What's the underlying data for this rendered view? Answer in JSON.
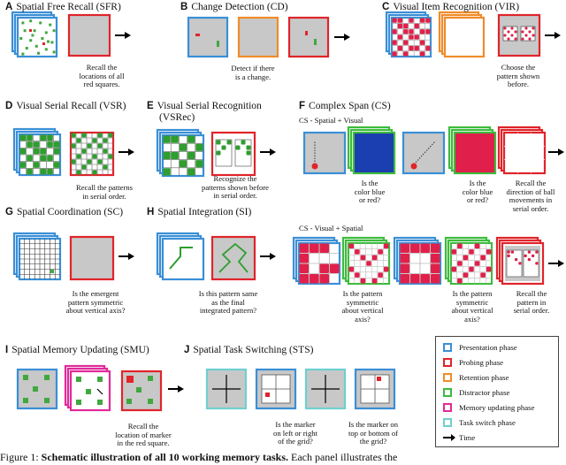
{
  "panels": {
    "A": {
      "letter": "A",
      "title": "Spatial Free Recall (SFR)",
      "caption": [
        "Recall the",
        "locations of all",
        "red squares."
      ]
    },
    "B": {
      "letter": "B",
      "title": "Change Detection (CD)",
      "caption": [
        "Detect if there",
        "is a change."
      ]
    },
    "C": {
      "letter": "C",
      "title": "Visual Item Recognition (VIR)",
      "caption": [
        "Choose the",
        "pattern shown",
        "before."
      ]
    },
    "D": {
      "letter": "D",
      "title": "Visual Serial Recall (VSR)",
      "caption": [
        "Recall the patterns",
        "in serial order."
      ]
    },
    "E": {
      "letter": "E",
      "title": "Visual Serial Recognition",
      "title2": "(VSRec)",
      "caption": [
        "Recognize the",
        "patterns shown before",
        "in serial order."
      ]
    },
    "F": {
      "letter": "F",
      "title": "Complex Span (CS)",
      "sub1": "CS - Spatial + Visual",
      "sub2": "CS - Visual + Spatial",
      "cap1a": [
        "Is the",
        "color blue",
        "or red?"
      ],
      "cap1b": [
        "Is the",
        "color blue",
        "or red?"
      ],
      "cap1c": [
        "Recall the",
        "direction of ball",
        "movements in",
        "serial order."
      ],
      "cap2a": [
        "Is the pattern",
        "symmetric",
        "about vertical",
        "axis?"
      ],
      "cap2b": [
        "Is the pattern",
        "symmetric",
        "about vertical",
        "axis?"
      ],
      "cap2c": [
        "Recall the",
        "pattern in",
        "serial order."
      ]
    },
    "G": {
      "letter": "G",
      "title": "Spatial Coordination (SC)",
      "caption": [
        "Is the emergent",
        "pattern symmetric",
        "about vertical axis?"
      ]
    },
    "H": {
      "letter": "H",
      "title": "Spatial Integration (SI)",
      "caption": [
        "Is this pattern same",
        "as the final",
        "integrated pattern?"
      ]
    },
    "I": {
      "letter": "I",
      "title": "Spatial Memory Updating (SMU)",
      "caption": [
        "Recall the",
        "location of marker",
        "in the red square."
      ]
    },
    "J": {
      "letter": "J",
      "title": "Spatial Task Switching (STS)",
      "caption1": [
        "Is the marker",
        "on left or right",
        "of the grid?"
      ],
      "caption2": [
        "Is the marker on",
        "top or bottom of",
        "the grid?"
      ]
    }
  },
  "legend": {
    "items": [
      {
        "label": "Presentation phase",
        "color": "#3a8fd6"
      },
      {
        "label": "Probing phase",
        "color": "#e0242a"
      },
      {
        "label": "Retention phase",
        "color": "#f08c2a"
      },
      {
        "label": "Distractor phase",
        "color": "#3dbb3d"
      },
      {
        "label": "Memory updating phase",
        "color": "#e02a9a"
      },
      {
        "label": "Task switch phase",
        "color": "#6fcfcf"
      }
    ],
    "time_label": "Time"
  },
  "footer": {
    "prefix": "Figure 1:",
    "bold": "Schematic illustration of all 10 working memory tasks.",
    "rest": "Each panel illustrates the"
  },
  "colors": {
    "blue": "#3a8fd6",
    "red": "#e0242a",
    "orange": "#f08c2a",
    "green": "#3dbb3d",
    "magenta": "#e02a9a",
    "cyan": "#6fcfcf",
    "gray": "#c8c8c8",
    "dot_green": "#3fa83f",
    "dot_red": "#e0242a",
    "fill_blue": "#1b3fb0",
    "fill_red": "#e0204a"
  }
}
